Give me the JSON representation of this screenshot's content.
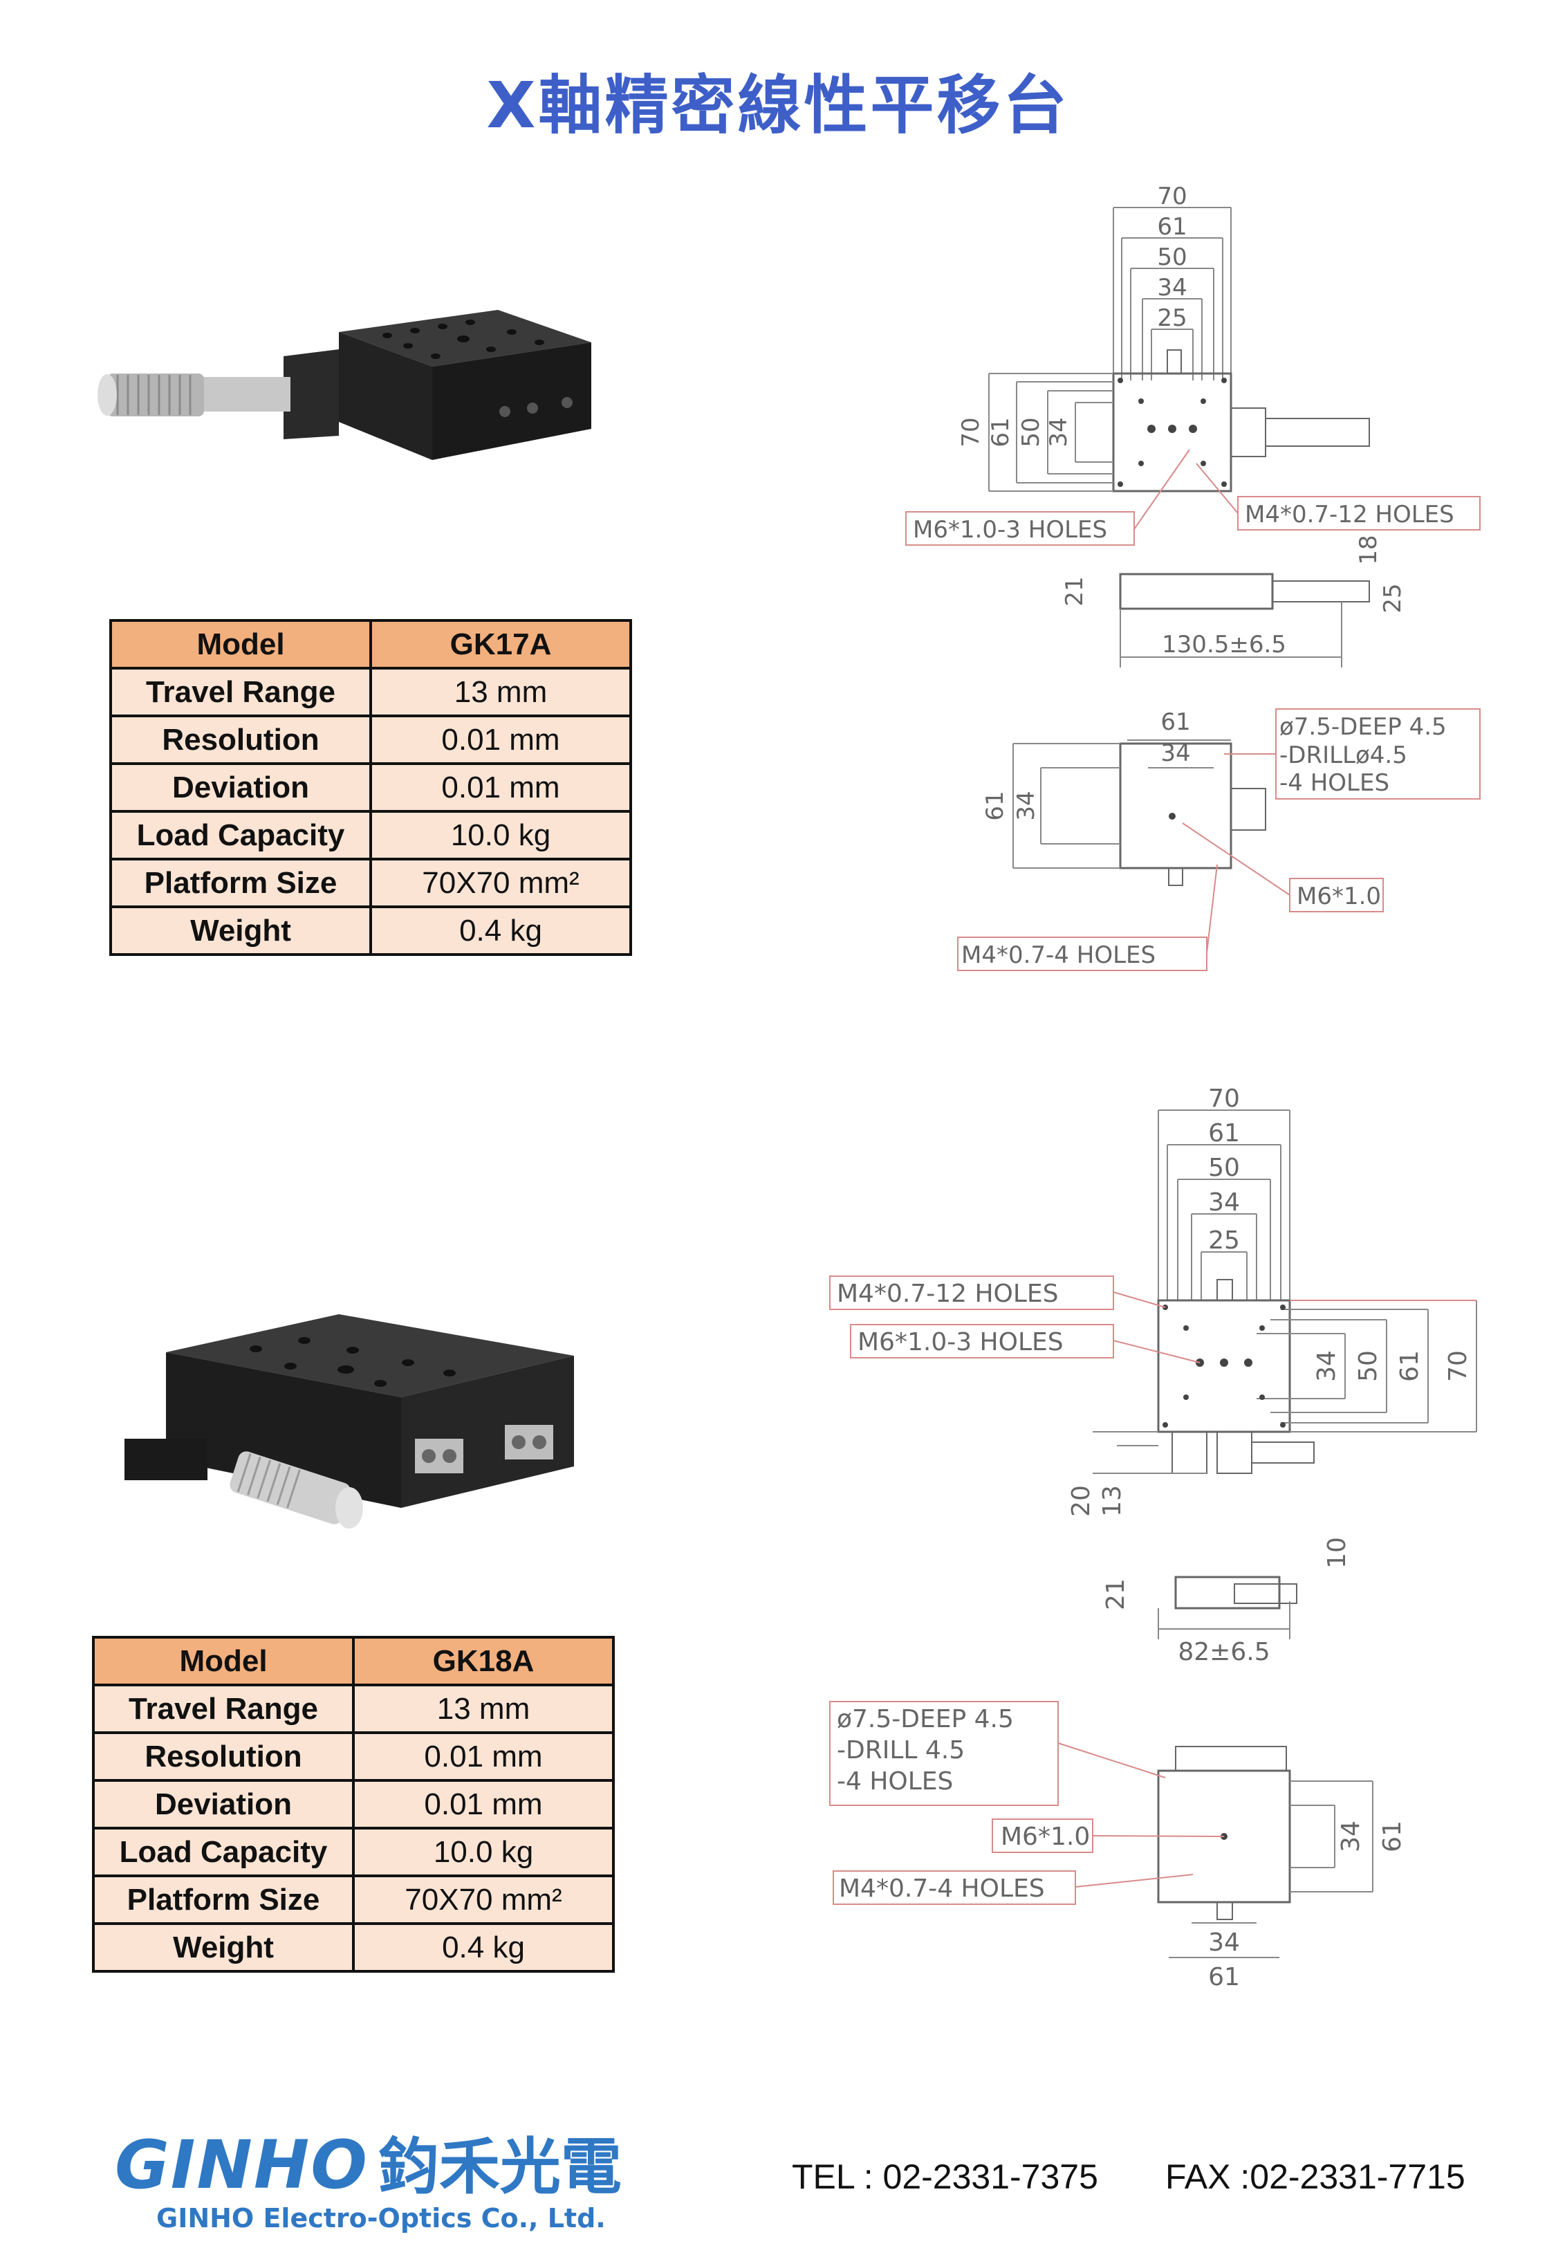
{
  "title": "X軸精密線性平移台",
  "tables": [
    {
      "model_label": "Model",
      "model_value": "GK17A",
      "rows": [
        {
          "k": "Travel Range",
          "v": "13 mm"
        },
        {
          "k": "Resolution",
          "v": "0.01 mm"
        },
        {
          "k": "Deviation",
          "v": "0.01 mm"
        },
        {
          "k": "Load Capacity",
          "v": "10.0 kg"
        },
        {
          "k": "Platform Size",
          "v": "70X70 mm²"
        },
        {
          "k": "Weight",
          "v": "0.4 kg"
        }
      ]
    },
    {
      "model_label": "Model",
      "model_value": "GK18A",
      "rows": [
        {
          "k": "Travel Range",
          "v": "13 mm"
        },
        {
          "k": "Resolution",
          "v": "0.01 mm"
        },
        {
          "k": "Deviation",
          "v": "0.01 mm"
        },
        {
          "k": "Load Capacity",
          "v": "10.0 kg"
        },
        {
          "k": "Platform Size",
          "v": "70X70 mm²"
        },
        {
          "k": "Weight",
          "v": "0.4 kg"
        }
      ]
    }
  ],
  "drawing1": {
    "dims_top": [
      "70",
      "61",
      "50",
      "34",
      "25"
    ],
    "dims_left": [
      "70",
      "61",
      "50",
      "34"
    ],
    "label_m6": "M6*1.0-3 HOLES",
    "label_m4": "M4*0.7-12 HOLES",
    "side_dim_18": "18",
    "side_dim_21": "21",
    "side_dim_25": "25",
    "side_len": "130.5±6.5",
    "bottom_61": "61",
    "bottom_34": "34",
    "bottom_left_61": "61",
    "bottom_left_34": "34",
    "label_cbore": [
      "ø7.5-DEEP 4.5",
      "-DRILLø4.5",
      "-4 HOLES"
    ],
    "label_m6_single": "M6*1.0",
    "label_m4_4": "M4*0.7-4 HOLES"
  },
  "drawing2": {
    "dims_top": [
      "70",
      "61",
      "50",
      "34",
      "25"
    ],
    "dims_right": [
      "34",
      "50",
      "61",
      "70"
    ],
    "label_m4": "M4*0.7-12 HOLES",
    "label_m6": "M6*1.0-3 HOLES",
    "dim_20": "20",
    "dim_13": "13",
    "side_dim_10": "10",
    "side_dim_21": "21",
    "side_len": "82±6.5",
    "label_cbore": [
      "ø7.5-DEEP 4.5",
      "-DRILL 4.5",
      "-4 HOLES"
    ],
    "label_m6_single": "M6*1.0",
    "label_m4_4": "M4*0.7-4 HOLES",
    "bottom_right_34": "34",
    "bottom_right_61": "61",
    "bottom_34": "34",
    "bottom_61": "61"
  },
  "footer": {
    "logo_text": "GINHO",
    "logo_cjk": "鈞禾光電",
    "company": "GINHO Electro-Optics Co., Ltd.",
    "tel": "TEL : 02-2331-7375",
    "fax": "FAX :02-2331-7715"
  },
  "colors": {
    "title": "#3e5fc8",
    "table_header": "#f2b07e",
    "table_row": "#fbe4d4",
    "callout": "#d98a8a",
    "logo_blue": "#2f78c4"
  }
}
